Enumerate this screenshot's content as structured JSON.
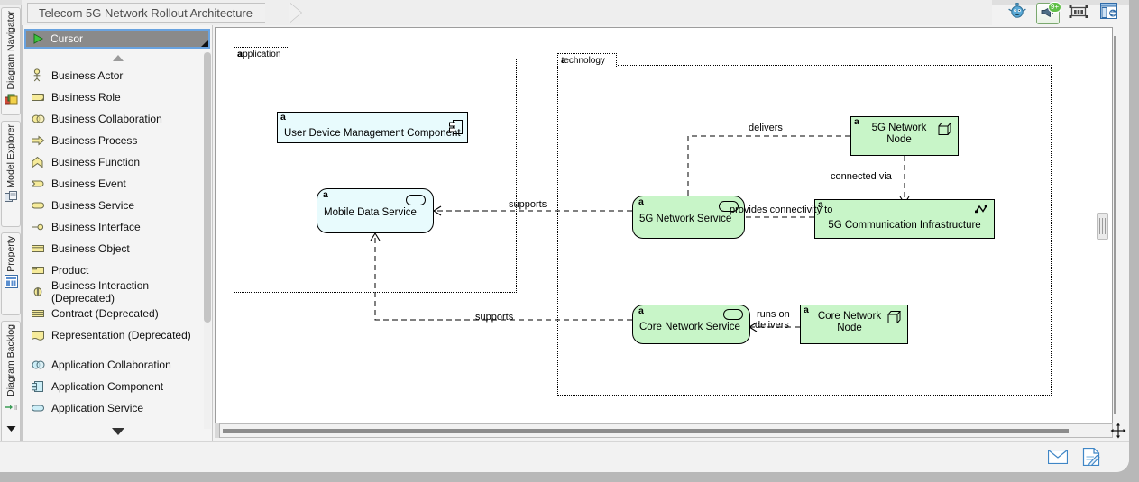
{
  "window": {
    "document_tab_title": "Telecom 5G Network Rollout Architecture"
  },
  "left_rail": {
    "tabs": [
      {
        "label": "Diagram Navigator",
        "icon": "diagram-navigator-icon"
      },
      {
        "label": "Model Explorer",
        "icon": "model-explorer-icon"
      },
      {
        "label": "Property",
        "icon": "property-icon"
      },
      {
        "label": "Diagram Backlog",
        "icon": "diagram-backlog-icon"
      }
    ]
  },
  "toolbar": {
    "buttons": [
      {
        "name": "assistant-bot-icon",
        "label": ""
      },
      {
        "name": "announcements-megaphone-icon",
        "label": "",
        "badge": "9+"
      },
      {
        "name": "filmstrip-icon",
        "label": ""
      },
      {
        "name": "panel-layout-icon",
        "label": ""
      }
    ]
  },
  "palette": {
    "selected_tool": "Cursor",
    "scroll_up_icon": "scroll-up-arrow-icon",
    "scroll_down_icon": "scroll-down-arrow-icon",
    "items": [
      {
        "label": "Business Actor",
        "icon": "business-actor-icon"
      },
      {
        "label": "Business Role",
        "icon": "business-role-icon"
      },
      {
        "label": "Business Collaboration",
        "icon": "business-collaboration-icon"
      },
      {
        "label": "Business Process",
        "icon": "business-process-icon"
      },
      {
        "label": "Business Function",
        "icon": "business-function-icon"
      },
      {
        "label": "Business Event",
        "icon": "business-event-icon"
      },
      {
        "label": "Business Service",
        "icon": "business-service-icon"
      },
      {
        "label": "Business Interface",
        "icon": "business-interface-icon"
      },
      {
        "label": "Business Object",
        "icon": "business-object-icon"
      },
      {
        "label": "Product",
        "icon": "product-icon"
      },
      {
        "label": "Business Interaction (Deprecated)",
        "icon": "business-interaction-icon"
      },
      {
        "label": "Contract (Deprecated)",
        "icon": "contract-icon"
      },
      {
        "label": "Representation (Deprecated)",
        "icon": "representation-icon"
      }
    ],
    "items_after_separator": [
      {
        "label": "Application Collaboration",
        "icon": "application-collaboration-icon"
      },
      {
        "label": "Application Component",
        "icon": "application-component-icon"
      },
      {
        "label": "Application Service",
        "icon": "application-service-icon"
      }
    ]
  },
  "diagram": {
    "groups": [
      {
        "id": "application",
        "label": "application",
        "tag": "a"
      },
      {
        "id": "technology",
        "label": "technology",
        "tag": "a"
      }
    ],
    "nodes": [
      {
        "id": "udmc",
        "label": "User Device Management Component",
        "tag": "a",
        "layer": "application",
        "shape": "component",
        "icon": "application-component-icon"
      },
      {
        "id": "mds",
        "label": "Mobile Data Service",
        "tag": "a",
        "layer": "application",
        "shape": "service",
        "icon": "application-service-icon"
      },
      {
        "id": "nn5g",
        "label": "5G Network Node",
        "tag": "a",
        "layer": "technology",
        "shape": "node",
        "icon": "technology-node-icon"
      },
      {
        "id": "ns5g",
        "label": "5G Network Service",
        "tag": "a",
        "layer": "technology",
        "shape": "service",
        "icon": "technology-service-icon"
      },
      {
        "id": "ci5g",
        "label": "5G Communication Infrastructure",
        "tag": "a",
        "layer": "technology",
        "shape": "network",
        "icon": "communication-network-icon"
      },
      {
        "id": "cns",
        "label": "Core Network Service",
        "tag": "a",
        "layer": "technology",
        "shape": "service",
        "icon": "technology-service-icon"
      },
      {
        "id": "cnn",
        "label": "Core Network Node",
        "tag": "a",
        "layer": "technology",
        "shape": "node",
        "icon": "technology-node-icon"
      }
    ],
    "connection_labels": [
      {
        "id": "lbl-delivers-1",
        "text": "delivers"
      },
      {
        "id": "lbl-connected-via",
        "text": "connected via"
      },
      {
        "id": "lbl-provides-conn",
        "text": "provides connectivity to"
      },
      {
        "id": "lbl-supports-1",
        "text": "supports"
      },
      {
        "id": "lbl-supports-2",
        "text": "supports"
      },
      {
        "id": "lbl-runs-on",
        "text": "runs on"
      },
      {
        "id": "lbl-delivers-2",
        "text": "delivers"
      }
    ]
  },
  "statusbar": {
    "icons": [
      {
        "name": "mail-envelope-icon"
      },
      {
        "name": "edit-document-icon"
      }
    ]
  },
  "colors": {
    "application_layer": "#e8fbfd",
    "technology_layer": "#c8f5c8",
    "selection": "#69a3e0",
    "business_palette": "#f6eb9a"
  }
}
